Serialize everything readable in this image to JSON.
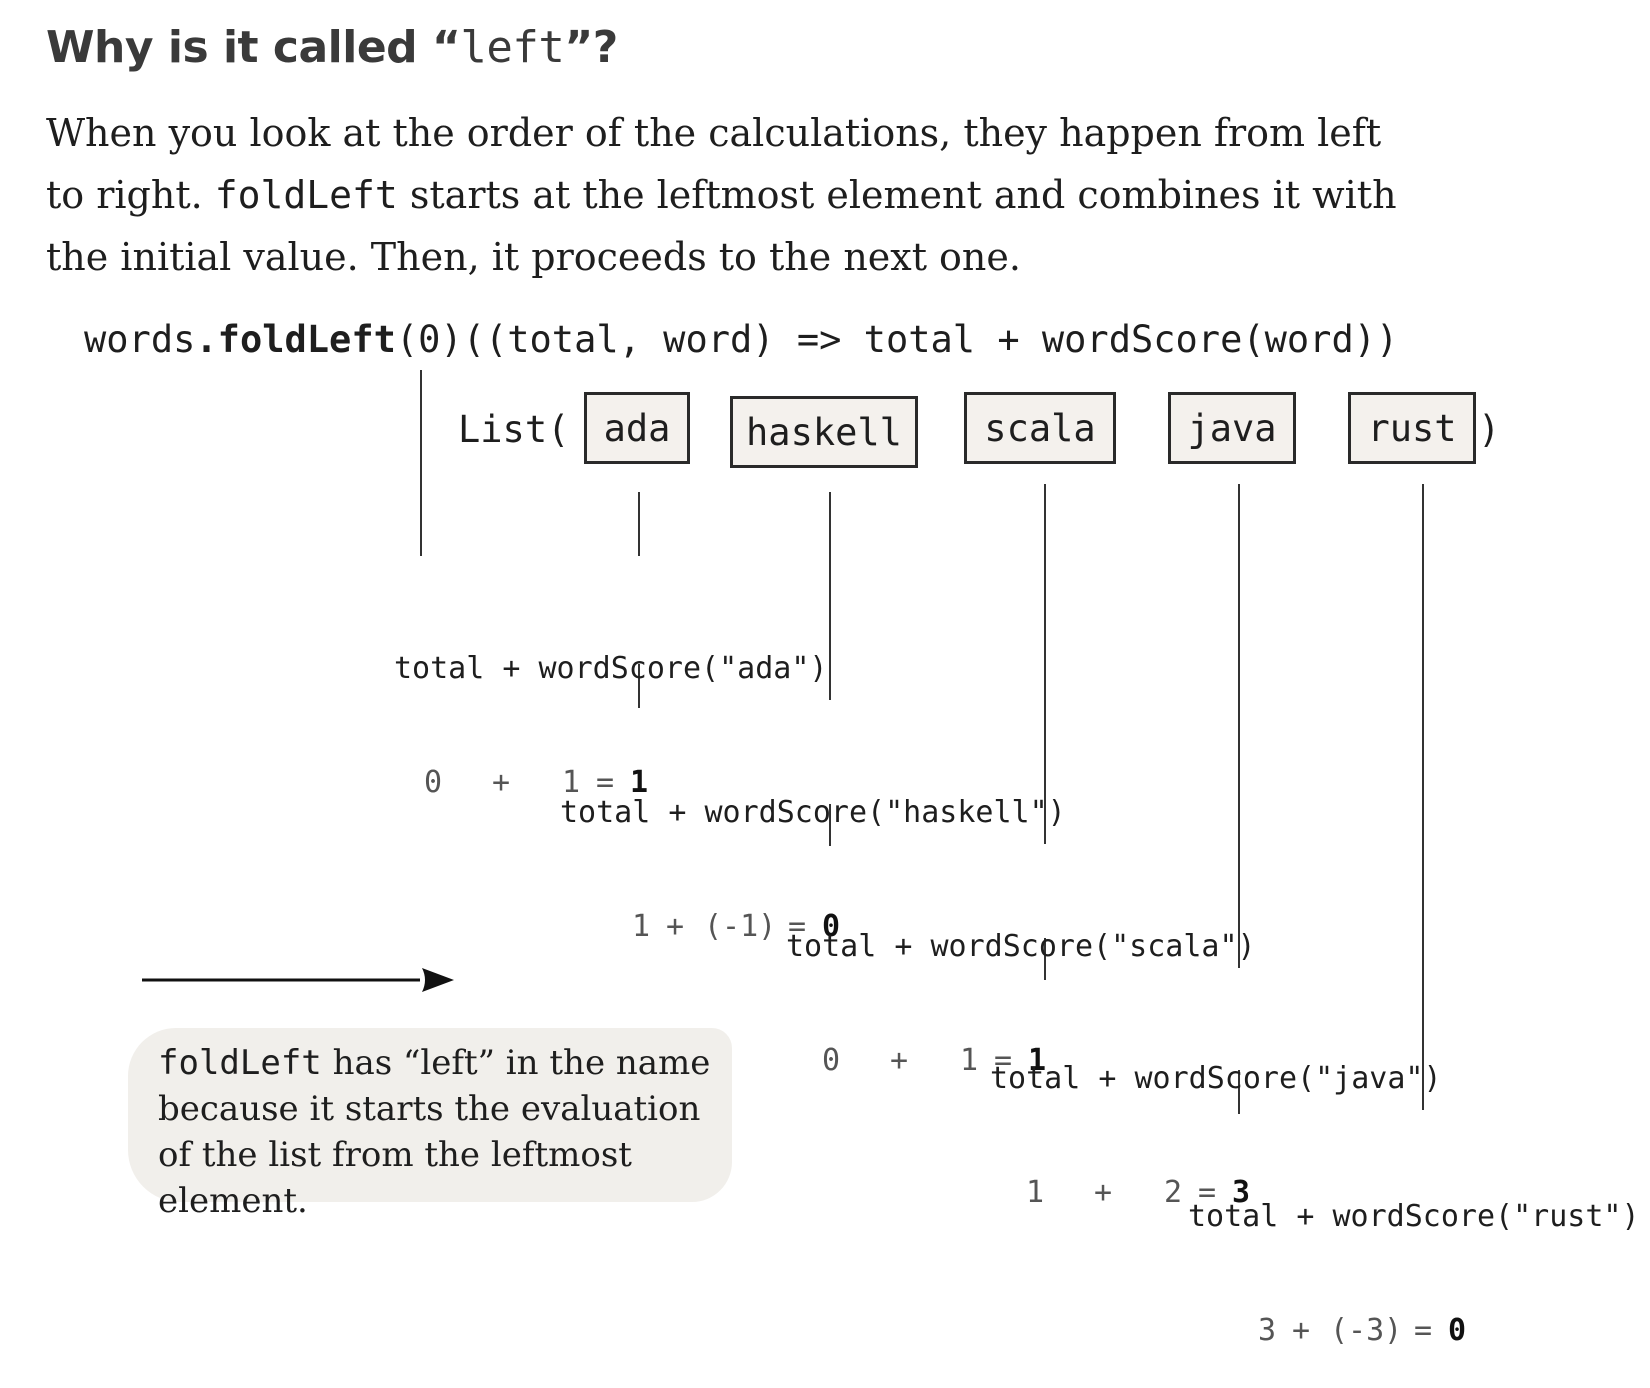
{
  "heading": {
    "prefix": "Why is it called “",
    "code": "left",
    "suffix": "”?"
  },
  "paragraph": {
    "part1": "When you look at the order of the calculations, they happen from left to right. ",
    "code": "foldLeft",
    "part2": " starts at the leftmost element and combines it with the initial value. Then, it proceeds to the next one."
  },
  "code_line": {
    "prefix": "words",
    "method": ".foldLeft",
    "args": "(0)((total, word) => total + wordScore(word))"
  },
  "list": {
    "open": "List(",
    "close": ")",
    "items": [
      "ada",
      "haskell",
      "scala",
      "java",
      "rust"
    ]
  },
  "steps": [
    {
      "expr": "total + wordScore(\"ada\")",
      "a": "0",
      "op": "+",
      "b": "1",
      "eq": "=",
      "result": "1"
    },
    {
      "expr": "total + wordScore(\"haskell\")",
      "a": "1",
      "op": "+",
      "b": "(-1)",
      "eq": "=",
      "result": "0"
    },
    {
      "expr": "total + wordScore(\"scala\")",
      "a": "0",
      "op": "+",
      "b": "1",
      "eq": "=",
      "result": "1"
    },
    {
      "expr": "total + wordScore(\"java\")",
      "a": "1",
      "op": "+",
      "b": "2",
      "eq": "=",
      "result": "3"
    },
    {
      "expr": "total + wordScore(\"rust\")",
      "a": "3",
      "op": "+",
      "b": "(-3)",
      "eq": "=",
      "result": "0"
    }
  ],
  "note": {
    "code": "foldLeft",
    "text": " has “left” in the name because it starts the evaluation of the list from the leftmost element."
  },
  "arrow_icon": "right-arrow-icon"
}
